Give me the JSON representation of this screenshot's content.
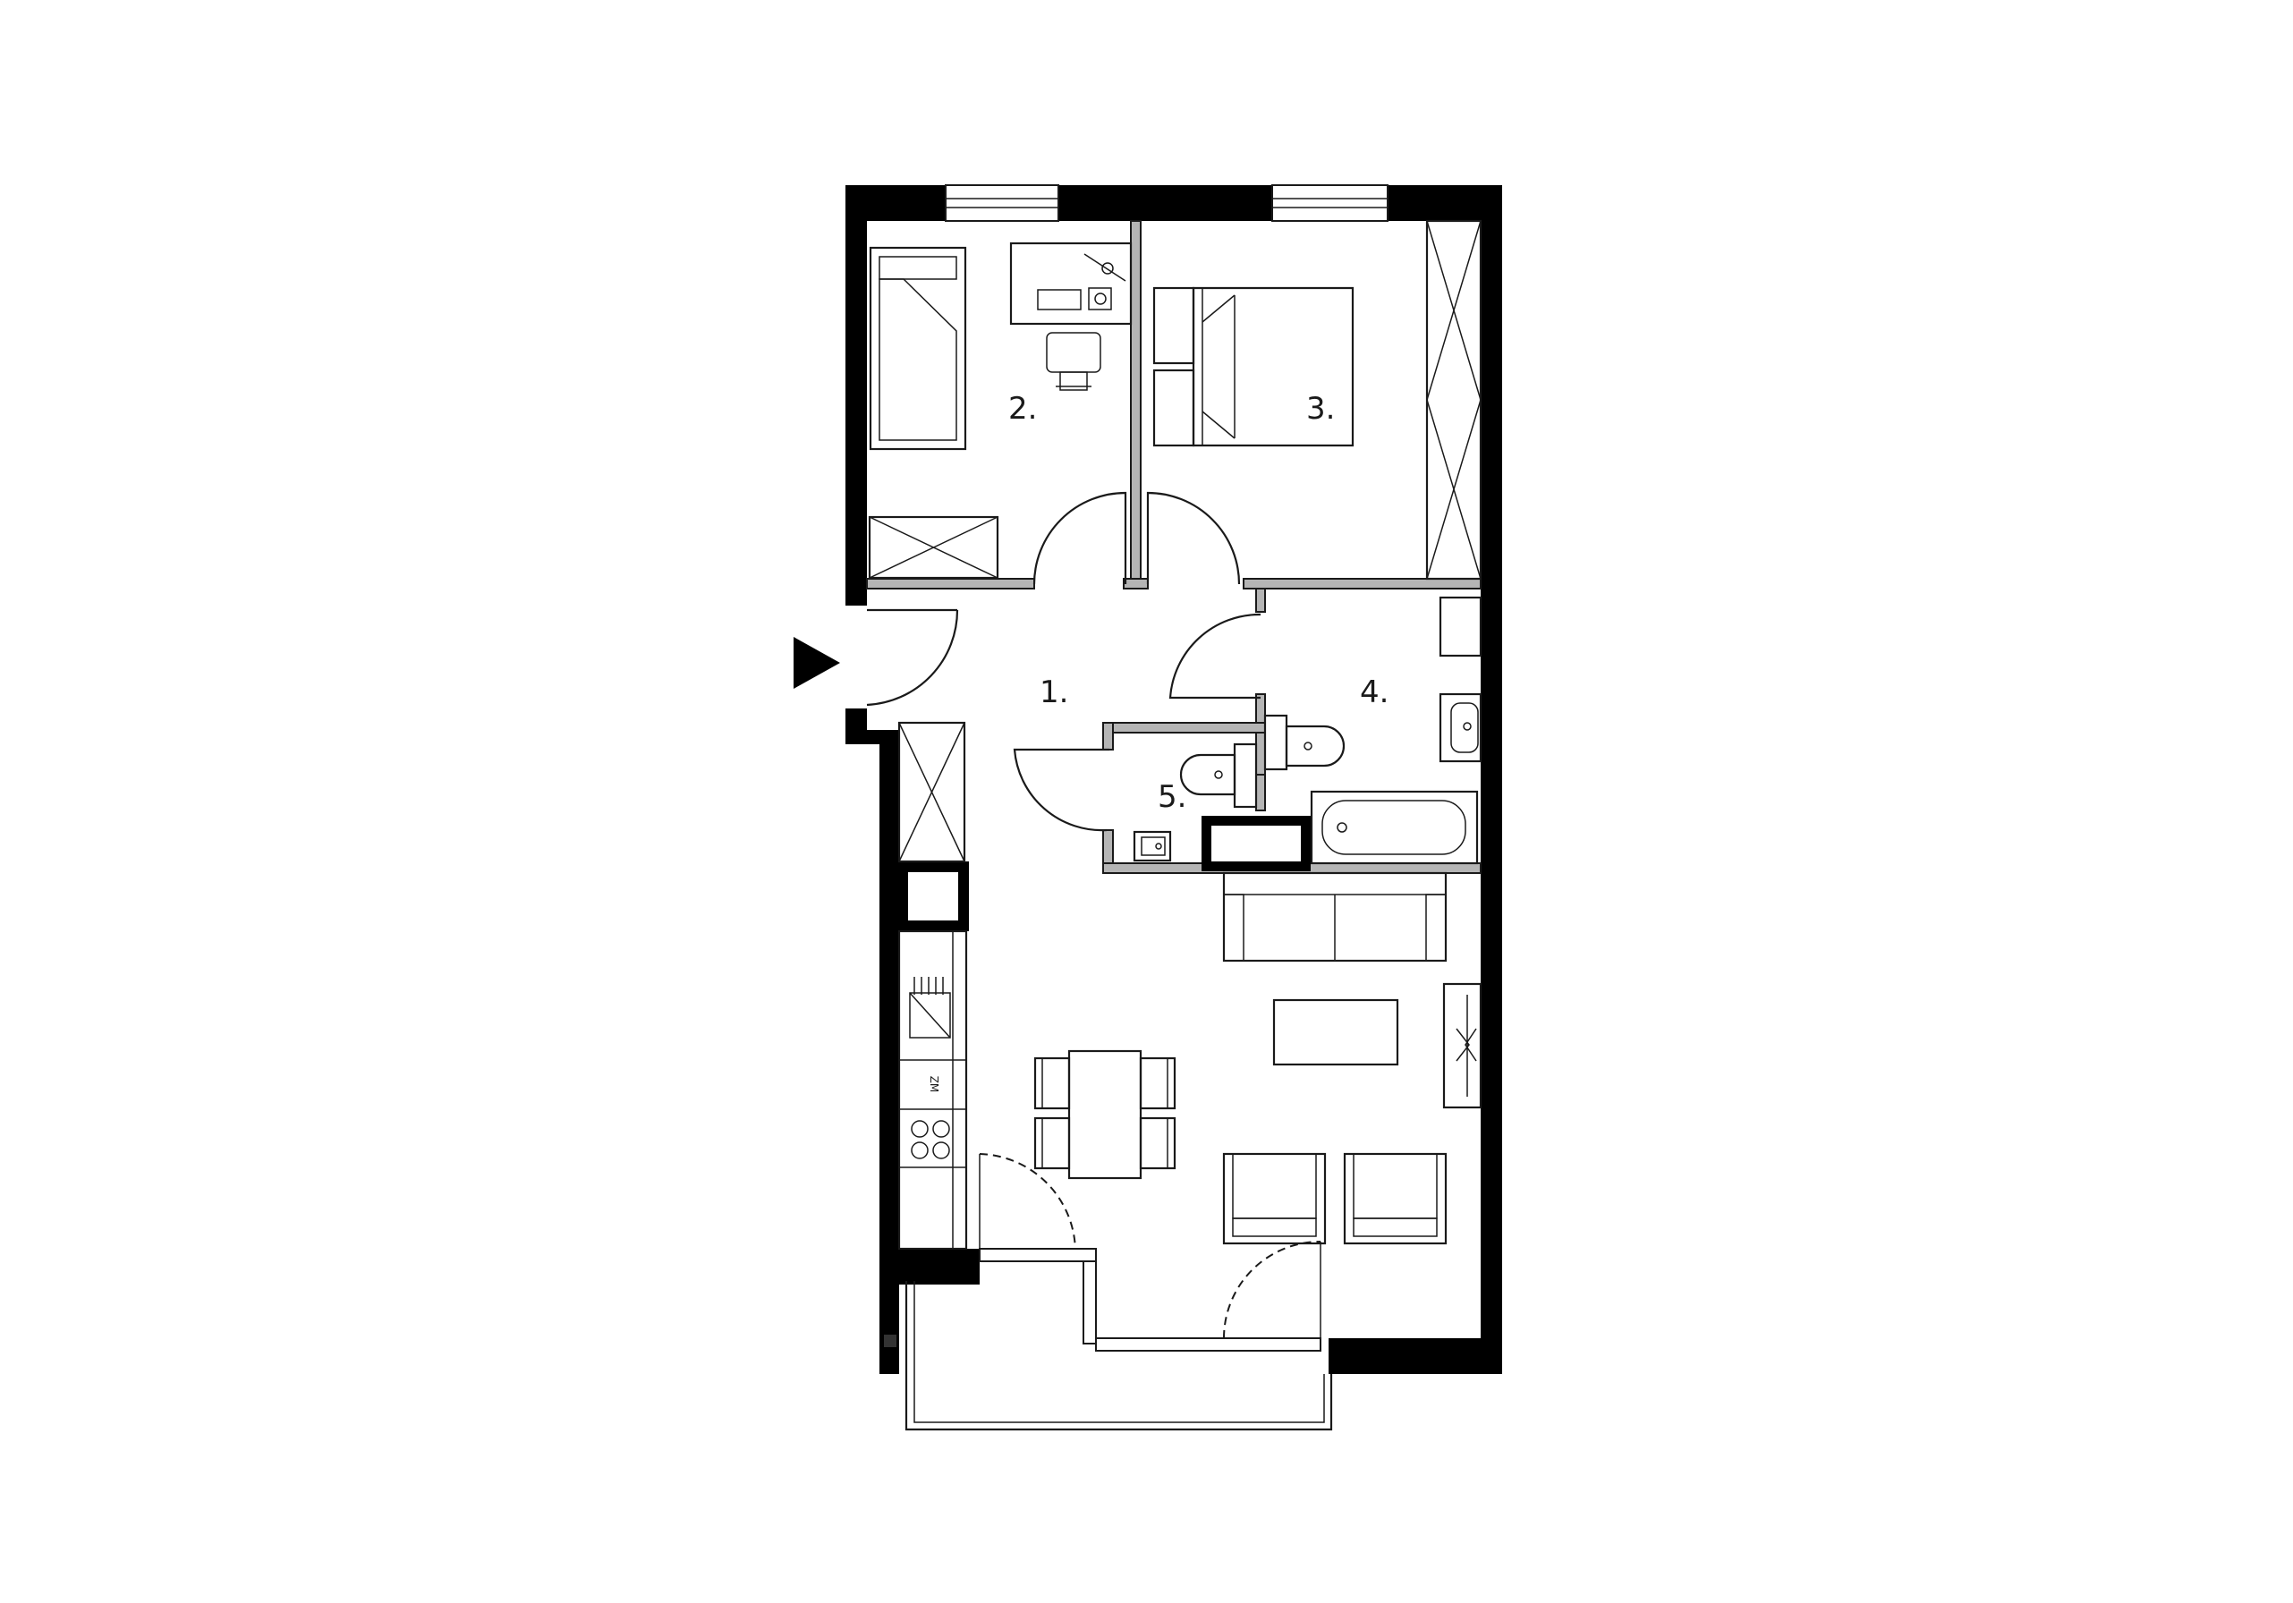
{
  "rooms": [
    {
      "id": "1",
      "label": "1."
    },
    {
      "id": "2",
      "label": "2."
    },
    {
      "id": "3",
      "label": "3."
    },
    {
      "id": "4",
      "label": "4."
    },
    {
      "id": "5",
      "label": "5."
    }
  ],
  "fixtures": {
    "fridge_marker": "ZM"
  },
  "icons": {
    "entrance": "triangle-right-icon"
  },
  "colors": {
    "wall": "#000000",
    "partition": "#b5b5b5",
    "line": "#1a1a1a",
    "background": "#ffffff"
  }
}
